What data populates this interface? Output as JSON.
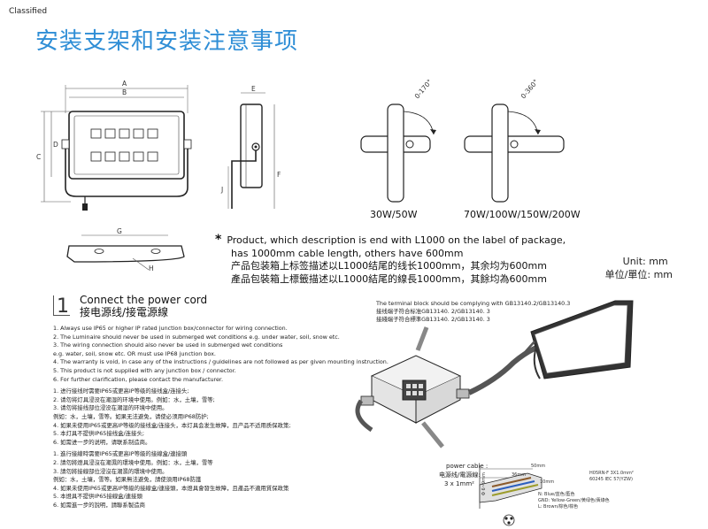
{
  "header": {
    "classified": "Classified",
    "title": "安装支架和安装注意事项"
  },
  "dimensions": {
    "labels": [
      "A",
      "B",
      "C",
      "D",
      "E",
      "F",
      "G",
      "H",
      "J"
    ]
  },
  "angles": {
    "left": "0-170°",
    "right": "0-360°"
  },
  "watts": {
    "left": "30W/50W",
    "right": "70W/100W/150W/200W"
  },
  "note": {
    "star": "*",
    "en_line1": "Product, which description is end with L1000 on the label of package,",
    "en_line2": "has 1000mm cable length, others have 600mm",
    "cn_simplified": "产品包装箱上标签描述以L1000结尾的线长1000mm，其余均为600mm",
    "cn_traditional": "產品包裝箱上標籤描述以L1000結尾的線長1000mm，其餘均為600mm"
  },
  "unit": {
    "en": "Unit: mm",
    "cn": "单位/單位: mm"
  },
  "step": {
    "number": "1",
    "title_en": "Connect the power cord",
    "title_cn": "接电源线/接電源線"
  },
  "instructions_en": [
    "1. Always use IP65 or higher IP rated junction box/connector for wiring connection.",
    "2. The Luminaire should never be used in submerged wet conditions e.g. under water, soil, snow etc.",
    "3. The wiring connection should also never be used in submerged wet conditions",
    "   e.g. water, soil, snow etc. OR must use IP68 junction box.",
    "4. The warranty is void, in case any of the instructions / guidelines are not followed as per given mounting instruction.",
    "5. This product is not supplied with any junction box / connector.",
    "6. For further clarification, please contact the manufacturer."
  ],
  "instructions_cn_simplified": [
    "1.  进行接线时需要IP65或更高IP等级的接线盒/连接头;",
    "2.  请勿将灯具浸没在潮湿的环境中使用。例如：水，土壤，雪等;",
    "3.  请勿将接线部位浸没在潮湿的环境中使用。",
    "    例如：水，土壤，雪等。如果无法避免，请使必须用IP68防护;",
    "4.  如果未使用IP65或更高IP等级的接线盒/连接头，本灯具会发生故障，且产品不适用质保政策;",
    "5.  本灯具不提供IP65接线盒/连接头;",
    "6.  如需进一步的说明，请联系制造商。"
  ],
  "instructions_cn_traditional": [
    "1. 進行接線時需要IP65或更高IP等級的接線盒/連接頭",
    "2. 請勿將燈具浸沒在潮濕的環境中使用。例如：水，土壤，雪等",
    "3. 請勿將接線部位浸沒在潮濕的環境中使用。",
    "   例如：水，土壤，雪等。如果無法避免，請使須用IP68防護",
    "4. 如果未使用IP65或更高IP等級的接線盒/連接頭，本燈具會發生故障，且產品不適用質保政策",
    "5. 本燈具不提供IP65接線盒/連接頭",
    "6. 如需進一步的說明，請聯系製造商"
  ],
  "terminal": {
    "en": "The terminal block should be complying with GB13140.2/GB13140.3",
    "cn_simplified": "接线端子符合标准GB13140. 2/GB13140. 3",
    "cn_traditional": "接綫端子符合標準GB13140. 2/GB13140. 3"
  },
  "cable": {
    "label_en": "power cable :",
    "label_cn": "电源线/電源線:",
    "spec": "3 x 1mm²",
    "diameter": "Φ 6~9mm",
    "len_total": "50mm",
    "len_core": "36mm",
    "len_strip": "10mm",
    "type1": "H05RN-F 3X1.0mm²",
    "type2": "60245 IEC 57(YZW)",
    "wire_n": "N: Blue/蓝色/藍色",
    "wire_gnd": "GND: Yellow-Green/黄绿色/黃綠色",
    "wire_l": "L: Brown/棕色/棕色"
  }
}
